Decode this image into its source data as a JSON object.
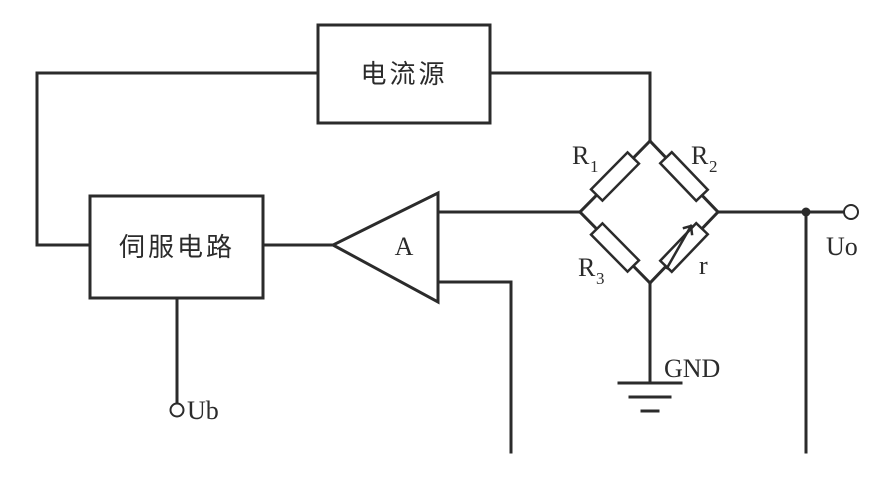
{
  "blocks": {
    "current_source": "电流源",
    "servo_circuit": "伺服电路",
    "amplifier": "A"
  },
  "components": {
    "r1": {
      "letter": "R",
      "sub": "1"
    },
    "r2": {
      "letter": "R",
      "sub": "2"
    },
    "r3": {
      "letter": "R",
      "sub": "3"
    },
    "r": "r"
  },
  "terminals": {
    "output": "Uo",
    "bias": "Ub",
    "ground": "GND"
  }
}
